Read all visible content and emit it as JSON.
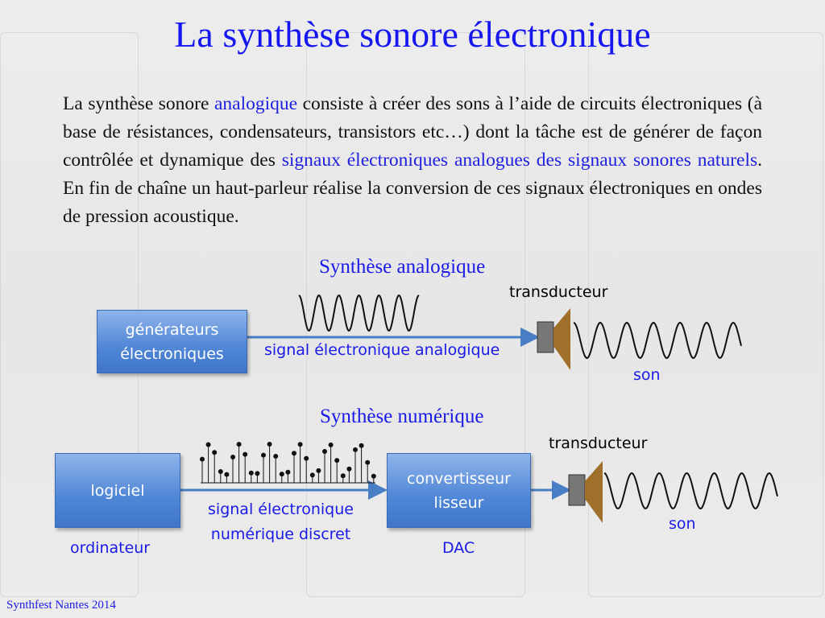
{
  "title": "La synthèse sonore électronique",
  "paragraph": {
    "p1": "La synthèse sonore ",
    "h1": "analogique",
    "p2": " consiste à créer des sons à l’aide de circuits électroniques (à base de résistances, condensateurs, transistors etc…) dont la tâche est de générer de façon contrôlée et dynamique des ",
    "h2": "signaux électroniques analogues des signaux sonores naturels",
    "p3": ". En fin de chaîne un haut-parleur réalise la conversion de ces signaux électroniques en ondes de pression acoustique."
  },
  "analog": {
    "heading": "Synthèse analogique",
    "box_line1": "générateurs",
    "box_line2": "électroniques",
    "signal": "signal électronique analogique",
    "transducer": "transducteur",
    "sound": "son"
  },
  "digital": {
    "heading": "Synthèse numérique",
    "box": "logiciel",
    "box_caption": "ordinateur",
    "signal_line1": "signal électronique",
    "signal_line2": "numérique discret",
    "dac_line1": "convertisseur",
    "dac_line2": "lisseur",
    "dac_caption": "DAC",
    "transducer": "transducteur",
    "sound": "son"
  },
  "footer": "Synthfest Nantes 2014",
  "colors": {
    "accent": "#1a1ae8",
    "box": "#4f86d6",
    "arrow": "#4a7ec4"
  }
}
